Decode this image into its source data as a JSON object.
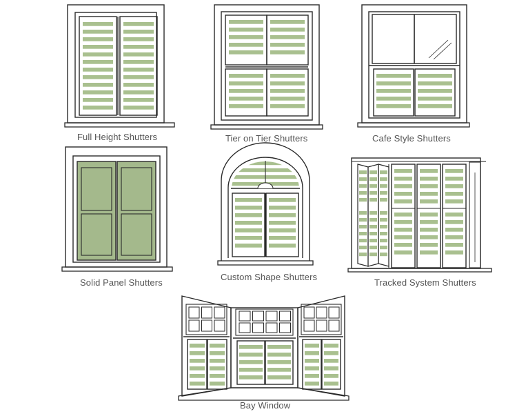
{
  "labels": {
    "full_height": "Full Height Shutters",
    "tier_on_tier": "Tier on Tier Shutters",
    "cafe_style": "Cafe Style Shutters",
    "solid_panel": "Solid Panel Shutters",
    "custom_shape": "Custom Shape Shutters",
    "tracked_system": "Tracked System Shutters",
    "bay_window": "Bay Window"
  },
  "colors": {
    "slat_green": "#a9c08f",
    "panel_green": "#a4b98c",
    "line": "#2a2a2a",
    "label_text": "#555555",
    "background": "#ffffff"
  }
}
